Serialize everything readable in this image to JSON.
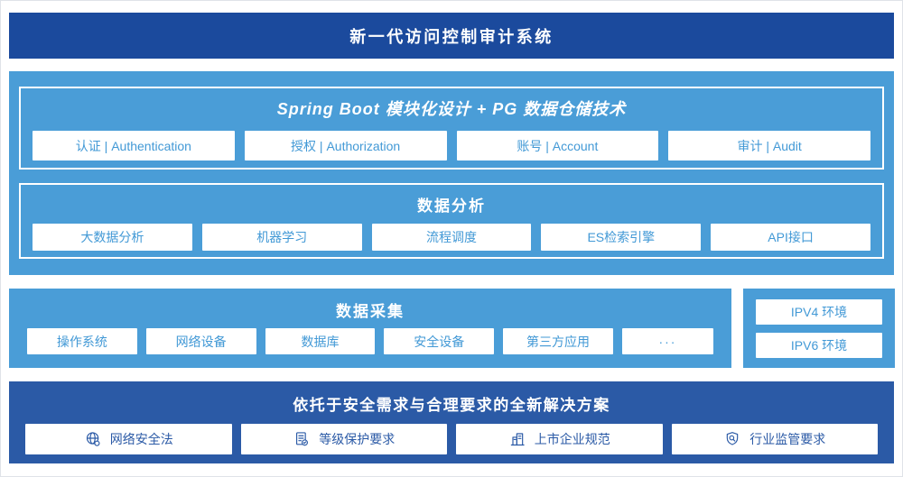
{
  "banner": {
    "title": "新一代访问控制审计系统"
  },
  "platform": {
    "modules_title": "Spring Boot 模块化设计 + PG 数据仓储技术",
    "modules": [
      {
        "label": "认证 | Authentication"
      },
      {
        "label": "授权 | Authorization"
      },
      {
        "label": "账号 | Account"
      },
      {
        "label": "审计 | Audit"
      }
    ],
    "analysis_title": "数据分析",
    "analysis": [
      "大数据分析",
      "机器学习",
      "流程调度",
      "ES检索引擎",
      "API接口"
    ]
  },
  "collection": {
    "title": "数据采集",
    "sources": [
      "操作系统",
      "网络设备",
      "数据库",
      "安全设备",
      "第三方应用",
      "···"
    ],
    "environments": [
      "IPV4 环境",
      "IPV6 环境"
    ]
  },
  "solution": {
    "title": "依托于安全需求与合理要求的全新解决方案",
    "items": [
      {
        "icon": "globe-icon",
        "label": "网络安全法"
      },
      {
        "icon": "document-check-icon",
        "label": "等级保护要求"
      },
      {
        "icon": "building-icon",
        "label": "上市企业规范"
      },
      {
        "icon": "shield-search-icon",
        "label": "行业监管要求"
      }
    ]
  },
  "colors": {
    "navy": "#1b4a9d",
    "light_blue": "#4a9dd7",
    "solution_blue": "#2b5aa6",
    "box_text_blue": "#4299d6"
  }
}
